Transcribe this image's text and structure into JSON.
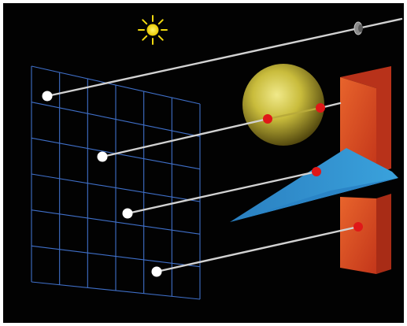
{
  "figure": {
    "background_color": "#020202",
    "border_color": "#ffffff"
  },
  "colors": {
    "grid_line": "#3f6fc8",
    "ray": "#cfcfcf",
    "pixel_point": "#ffffff",
    "hit_point": "#e01818",
    "sun_core": "#f5e21a",
    "sun_rays": "#f0d810",
    "sphere_light": "#e8e070",
    "sphere_dark": "#5a4c10",
    "triangle": "#2f8fd0",
    "panel_front": "#e04f20",
    "panel_side": "#c43a18",
    "eye_icon": "#9a9a9a"
  },
  "elements": {
    "light_source": "sun-icon",
    "camera": "eye-icon",
    "image_plane": "pixel-grid",
    "objects": [
      "sphere",
      "triangle-plane",
      "vertical-panel"
    ],
    "ray_count": 4,
    "grid_columns": 6,
    "grid_rows": 6
  }
}
